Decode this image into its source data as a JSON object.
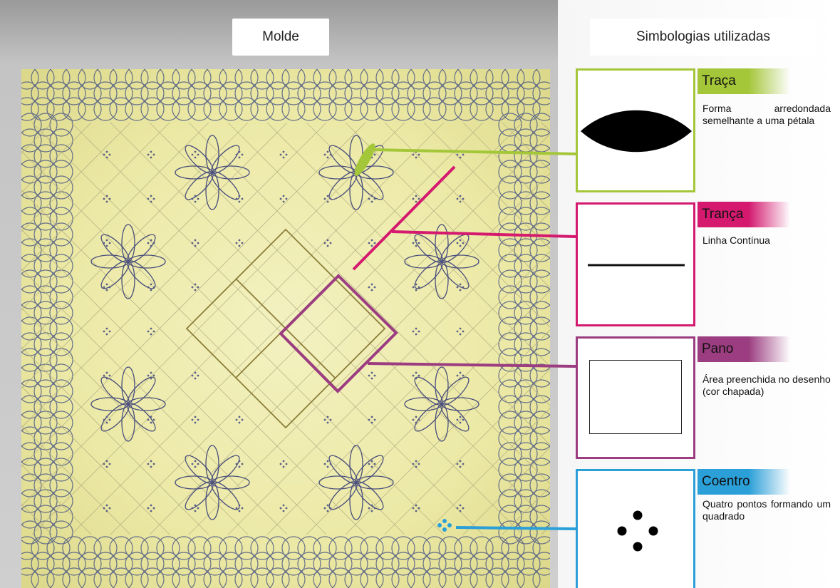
{
  "headers": {
    "molde": "Molde",
    "simbologias": "Simbologias utilizadas"
  },
  "legend": [
    {
      "key": "traca",
      "title": "Traça",
      "description": "Forma arredondada semelhante a uma pétala",
      "color": "#a4c639",
      "symbol": "petal-shape"
    },
    {
      "key": "tranca",
      "title": "Trança",
      "description": "Linha Contínua",
      "color": "#d4196f",
      "symbol": "line-shape"
    },
    {
      "key": "pano",
      "title": "Pano",
      "description": "Área preenchida no desenho\n(cor chapada)",
      "color": "#9b3d80",
      "symbol": "square-outline"
    },
    {
      "key": "coentro",
      "title": "Coentro",
      "description": "Quatro pontos formando um quadrado",
      "color": "#2a9fd8",
      "symbol": "four-dots"
    }
  ]
}
